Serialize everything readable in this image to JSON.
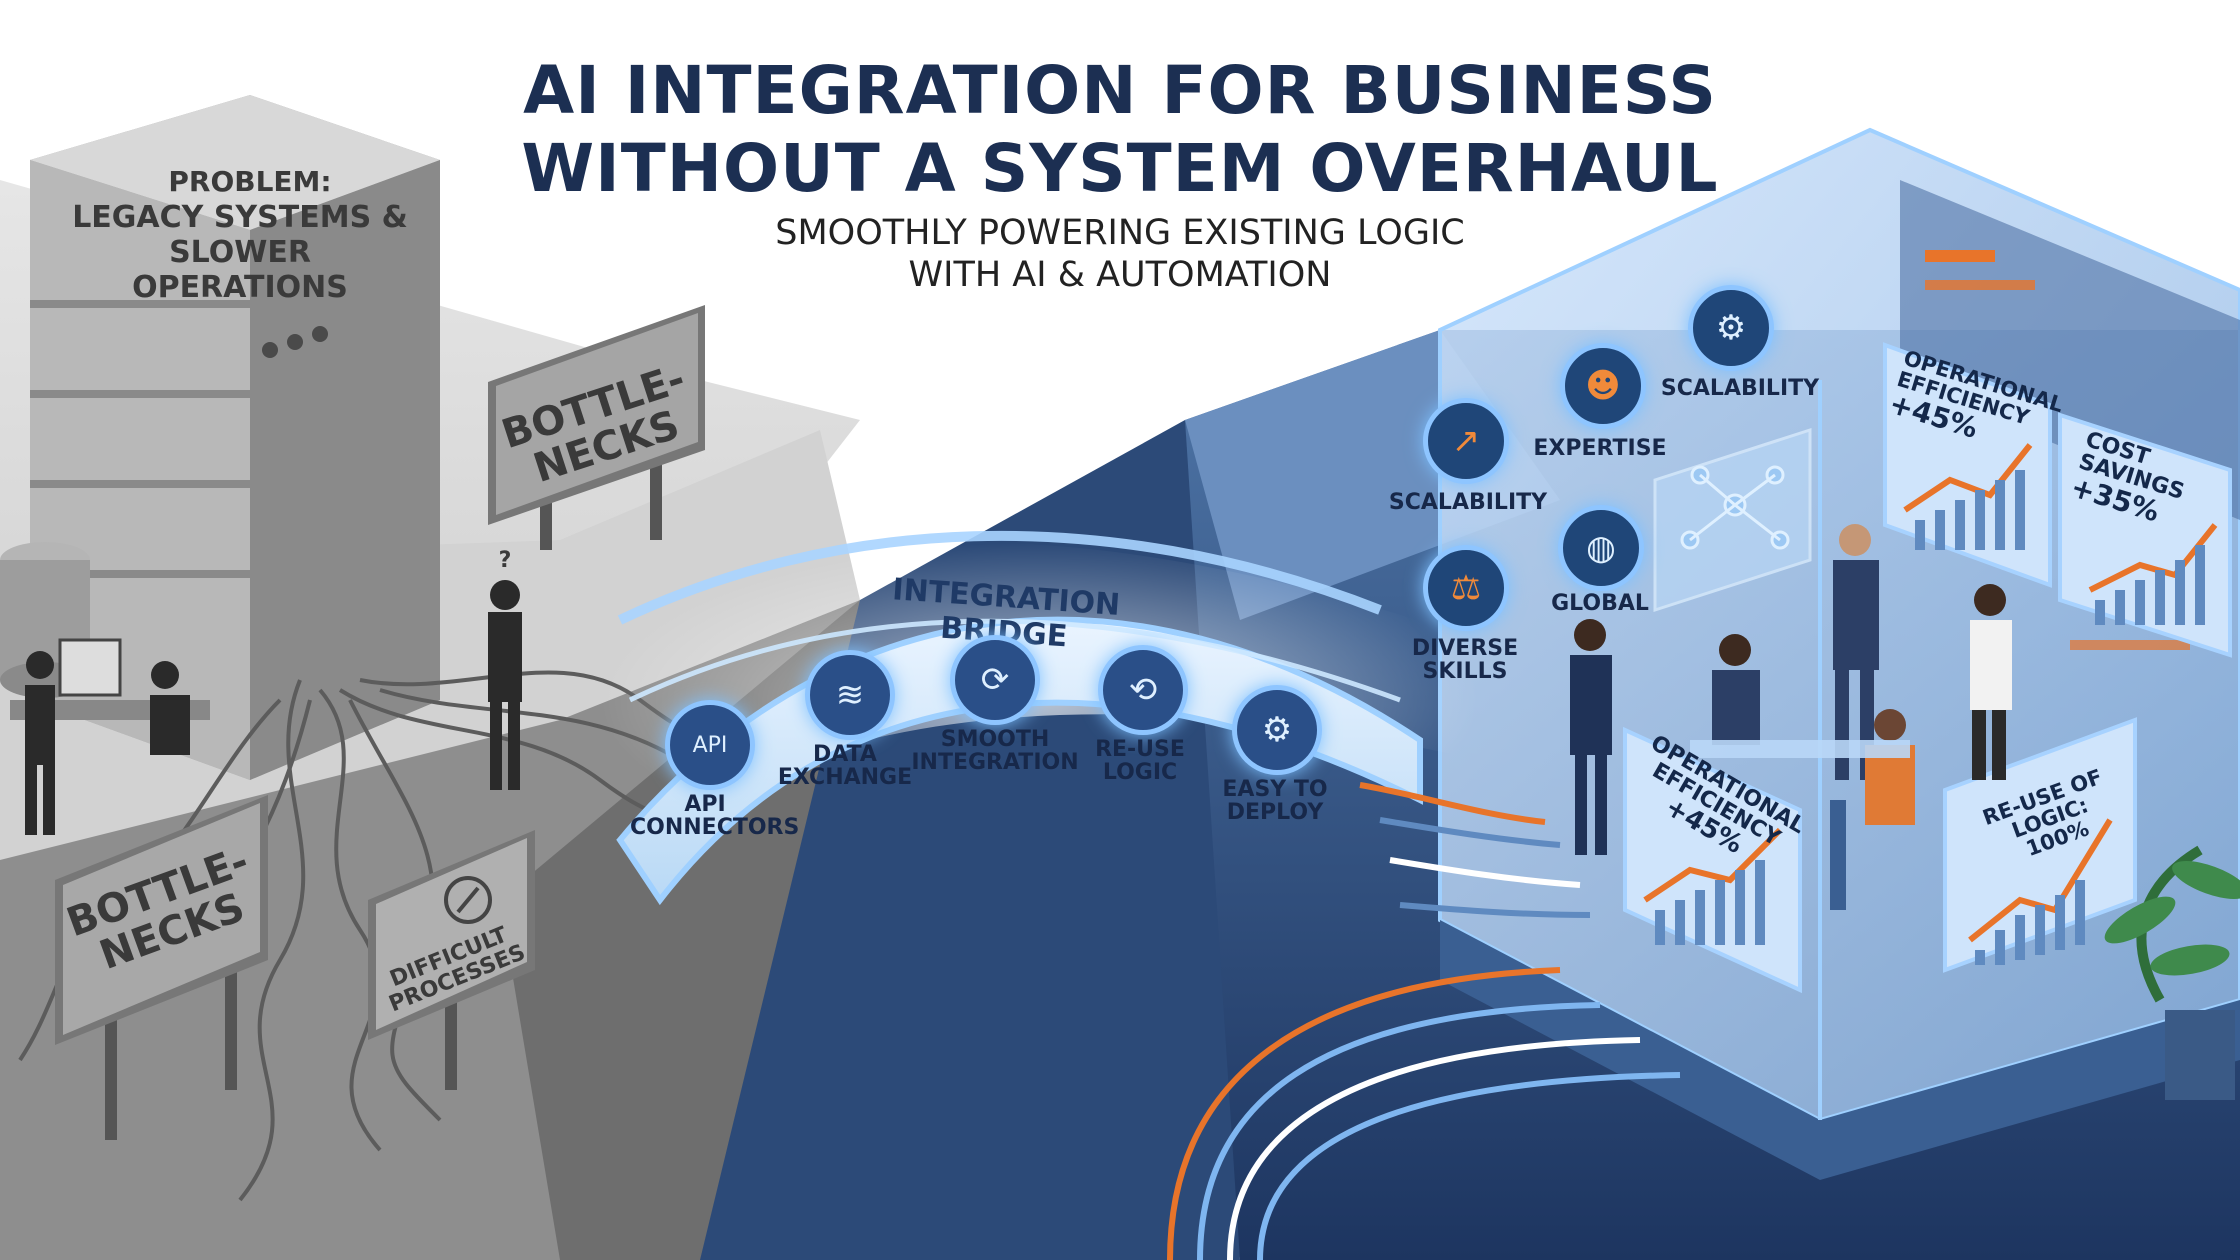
{
  "header": {
    "title_line1": "AI INTEGRATION FOR BUSINESS",
    "title_line2": "WITHOUT A SYSTEM OVERHAUL",
    "subtitle_line1": "SMOOTHLY POWERING EXISTING LOGIC",
    "subtitle_line2": "WITH AI & AUTOMATION"
  },
  "problem": {
    "line1": "PROBLEM:",
    "line2": "LEGACY SYSTEMS &",
    "line3": "SLOWER OPERATIONS",
    "confused_mark": "?"
  },
  "signs": {
    "top_line1": "BOTTLE-",
    "top_line2": "NECKS",
    "bottom_line1": "BOTTLE-",
    "bottom_line2": "NECKS",
    "difficult_line1": "DIFFICULT",
    "difficult_line2": "PROCESSES"
  },
  "bridge": {
    "title": "INTEGRATION BRIDGE",
    "items": [
      {
        "label1": "API",
        "label2": "CONNECTORS",
        "icon": "api-icon",
        "glyph": "API"
      },
      {
        "label1": "DATA",
        "label2": "EXCHANGE",
        "icon": "layers-icon",
        "glyph": "≋"
      },
      {
        "label1": "SMOOTH",
        "label2": "INTEGRATION",
        "icon": "sync-icon",
        "glyph": "⟳"
      },
      {
        "label1": "RE-USE",
        "label2": "LOGIC",
        "icon": "reuse-icon",
        "glyph": "⟲"
      },
      {
        "label1": "EASY TO",
        "label2": "DEPLOY",
        "icon": "gear-icon",
        "glyph": "⚙"
      }
    ]
  },
  "benefits": {
    "scalability_top": "SCALABILITY",
    "expertise": "EXPERTISE",
    "scalability_left": "SCALABILITY",
    "global": "GLOBAL",
    "diverse_line1": "DIVERSE",
    "diverse_line2": "SKILLS"
  },
  "panels": {
    "op_top_line1": "OPERATIONAL",
    "op_top_line2": "EFFICIENCY",
    "op_top_value": "+45%",
    "cost_line1": "COST SAVINGS",
    "cost_value": "+35%",
    "op_bottom_line1": "OPERATIONAL",
    "op_bottom_line2": "EFFICIENCY",
    "op_bottom_value": "+45%",
    "reuse_line1": "RE-USE OF LOGIC:",
    "reuse_value": "100%"
  },
  "colors": {
    "navy": "#1c2f52",
    "accent_orange": "#e8742a",
    "glow_blue": "#8ec5ff",
    "gray_world": "#9a9a9a"
  }
}
